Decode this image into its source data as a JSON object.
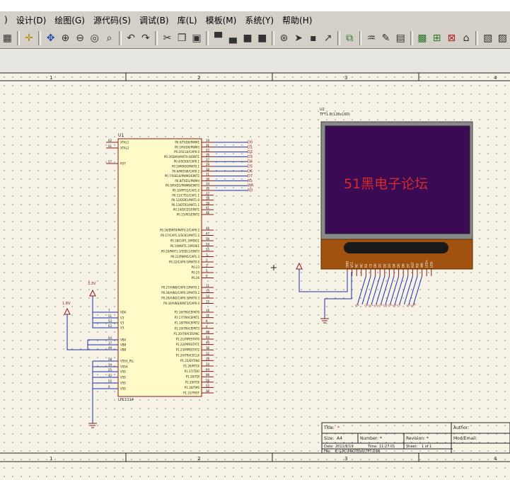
{
  "menu": {
    "items": [
      ")",
      "设计(D)",
      "绘图(G)",
      "源代码(S)",
      "调试(B)",
      "库(L)",
      "模板(M)",
      "系统(Y)",
      "帮助(H)"
    ]
  },
  "toolbar": {
    "icons": [
      "grid-icon",
      "crosshair-icon",
      "pan-icon",
      "zoom-in-icon",
      "zoom-out-icon",
      "zoom-all-icon",
      "zoom-area-icon",
      "undo-icon",
      "redo-icon",
      "cut-icon",
      "copy-icon",
      "paste-icon",
      "block-copy-icon",
      "block-move-icon",
      "block-rotate-icon",
      "block-delete-icon",
      "pick-device-icon",
      "make-device-icon",
      "package-icon",
      "decompose-icon",
      "wire-autoroute-icon",
      "search-icon",
      "property-assign-icon",
      "netlist-icon",
      "new-sheet-icon",
      "remove-sheet-icon",
      "goto-sheet-icon",
      "export-icon",
      "bom-icon"
    ]
  },
  "ruler": {
    "top_labels": [
      "1",
      "2",
      "3",
      "4"
    ],
    "bottom_labels": [
      "1",
      "2",
      "3",
      "4"
    ]
  },
  "mcu": {
    "ref": "U1",
    "part": "LPC1114",
    "left_pins": [
      {
        "num": "62",
        "name": "XTAL1"
      },
      {
        "num": "61",
        "name": "XTAL2"
      },
      {
        "num": "57",
        "name": "RST"
      },
      {
        "num": "7",
        "name": "VDA"
      },
      {
        "num": "51",
        "name": "V3"
      },
      {
        "num": "53",
        "name": "V3"
      },
      {
        "num": "63",
        "name": "V3"
      },
      {
        "num": "64",
        "name": "VBA"
      },
      {
        "num": "17",
        "name": "VBB"
      },
      {
        "num": "49",
        "name": "VBB"
      },
      {
        "num": "58",
        "name": "VSSA_PLL"
      },
      {
        "num": "59",
        "name": "VSSA"
      },
      {
        "num": "25",
        "name": "VSS"
      },
      {
        "num": "42",
        "name": "VSS"
      },
      {
        "num": "55",
        "name": "VSS"
      },
      {
        "num": "6",
        "name": "VSS"
      }
    ],
    "right_pins_a": [
      {
        "num": "19",
        "name": "P0.0/TXD0/PWM1"
      },
      {
        "num": "21",
        "name": "P0.1/RXD0/PWM3"
      },
      {
        "num": "22",
        "name": "P0.2/SCL0/CAP0.0"
      },
      {
        "num": "26",
        "name": "P0.3/SDA0/MAT0.0/EINT1"
      },
      {
        "num": "27",
        "name": "P0.4/SCK0/CAP0.1"
      },
      {
        "num": "29",
        "name": "P0.5/MISO0/MAT0.1"
      },
      {
        "num": "30",
        "name": "P0.6/MOSI0/CAP0.2"
      },
      {
        "num": "31",
        "name": "P0.7/SSEL0/PWM2/EINT2"
      },
      {
        "num": "33",
        "name": "P0.8/TXD1/PWM4"
      },
      {
        "num": "34",
        "name": "P0.9/RXD1/PWM6/EINT3"
      },
      {
        "num": "35",
        "name": "P0.10/RTS1/CAP1.0"
      },
      {
        "num": "37",
        "name": "P0.11/CTS1/CAP1.1"
      },
      {
        "num": "38",
        "name": "P0.12/DSR1/MAT1.0"
      },
      {
        "num": "39",
        "name": "P0.13/DTR1/MAT1.1"
      },
      {
        "num": "41",
        "name": "P0.14/DCD1/EINT1"
      },
      {
        "num": "45",
        "name": "P0.15/RI1/EINT2"
      }
    ],
    "right_pins_b": [
      {
        "num": "46",
        "name": "P0.16/EINT0/MAT0.2/CAP0.2"
      },
      {
        "num": "47",
        "name": "P0.17/CAP1.2/SCK1/MAT1.2"
      },
      {
        "num": "53",
        "name": "P0.18/CAP1.3/MISO1"
      },
      {
        "num": "54",
        "name": "P0.19/MAT1.2/MOSI1"
      },
      {
        "num": "55",
        "name": "P0.20/MAT1.3/SSEL1/EINT3"
      },
      {
        "num": "1",
        "name": "P0.21/PWM5/CAP1.3"
      },
      {
        "num": "2",
        "name": "P0.22/CAP0.0/MAT0.0"
      },
      {
        "num": "3",
        "name": "P0.23"
      },
      {
        "num": "5",
        "name": "P0.25"
      },
      {
        "num": "9",
        "name": "P0.26"
      }
    ],
    "right_pins_c": [
      {
        "num": "11",
        "name": "P0.27/AIN0/CAP0.1/MAT0.1"
      },
      {
        "num": "13",
        "name": "P0.28/AIN1/CAP0.2/MAT0.2"
      },
      {
        "num": "14",
        "name": "P0.29/AIN2/CAP0.3/MAT0.3"
      },
      {
        "num": "15",
        "name": "P0.30/AIN3/EINT3/CAP0.0"
      }
    ],
    "right_pins_d": [
      {
        "num": "16",
        "name": "P1.16/TRACEPKT0"
      },
      {
        "num": "12",
        "name": "P1.17/TRACEPKT1"
      },
      {
        "num": "8",
        "name": "P1.18/TRACEPKT2"
      },
      {
        "num": "4",
        "name": "P1.19/TRACEPKT3"
      },
      {
        "num": "48",
        "name": "P1.20/TRACESYNC"
      },
      {
        "num": "44",
        "name": "P1.21/PIPESTAT0"
      },
      {
        "num": "40",
        "name": "P1.22/PIPESTAT1"
      },
      {
        "num": "36",
        "name": "P1.23/PIPESTAT2"
      },
      {
        "num": "32",
        "name": "P1.24/TRACECLK"
      },
      {
        "num": "28",
        "name": "P1.25/EXTIN0"
      },
      {
        "num": "24",
        "name": "P1.26/RTCK"
      },
      {
        "num": "64",
        "name": "P1.27/TDO"
      },
      {
        "num": "60",
        "name": "P1.28/TDI"
      },
      {
        "num": "56",
        "name": "P1.29/TCK"
      },
      {
        "num": "52",
        "name": "P1.30/TMS"
      },
      {
        "num": "20",
        "name": "P1.31/TRST"
      }
    ],
    "net_labels": [
      "D0",
      "D1",
      "D2",
      "D3",
      "D4",
      "D5",
      "D6",
      "D7",
      "RS",
      "WR",
      "RD"
    ]
  },
  "power": {
    "rail_a": "3.3V",
    "rail_b": "1.8V"
  },
  "lcd": {
    "ref": "U2",
    "part": "TFT1.8(128x160)",
    "screen_text": "51黑电子论坛",
    "pin_labels": [
      "GND",
      "VCC",
      "NC",
      "NC",
      "RS",
      "CS",
      "D0",
      "D1",
      "D2",
      "D3",
      "D4",
      "D5",
      "D6",
      "D7",
      "RST",
      "RD",
      "WR",
      "LED+",
      "LED-"
    ]
  },
  "title_block": {
    "title_label": "Title:",
    "title_value": "*",
    "author_label": "Author:",
    "author_value": "",
    "size_label": "Size:",
    "size_value": "A4",
    "number_label": "Number:",
    "number_value": "*",
    "revision_label": "Revision:",
    "revision_value": "*",
    "mod_label": "Mod/Email:",
    "date_label": "Date:",
    "date_value": "2011/6/19",
    "time_label": "Time:",
    "time_value": "11:27:01",
    "sheet_label": "Sheet:",
    "sheet_value": "1 of 1",
    "file_label": "File:",
    "file_value": "E:\\LPC\\PROTEUS\\TFT.DSN"
  },
  "colors": {
    "wire": "#1a2fb0",
    "component_body": "#fffbc8",
    "component_border": "#8b1a1a",
    "lcd_frame": "#a0520e",
    "lcd_screen": "#3a0a55",
    "lcd_text": "#d22c2c"
  }
}
